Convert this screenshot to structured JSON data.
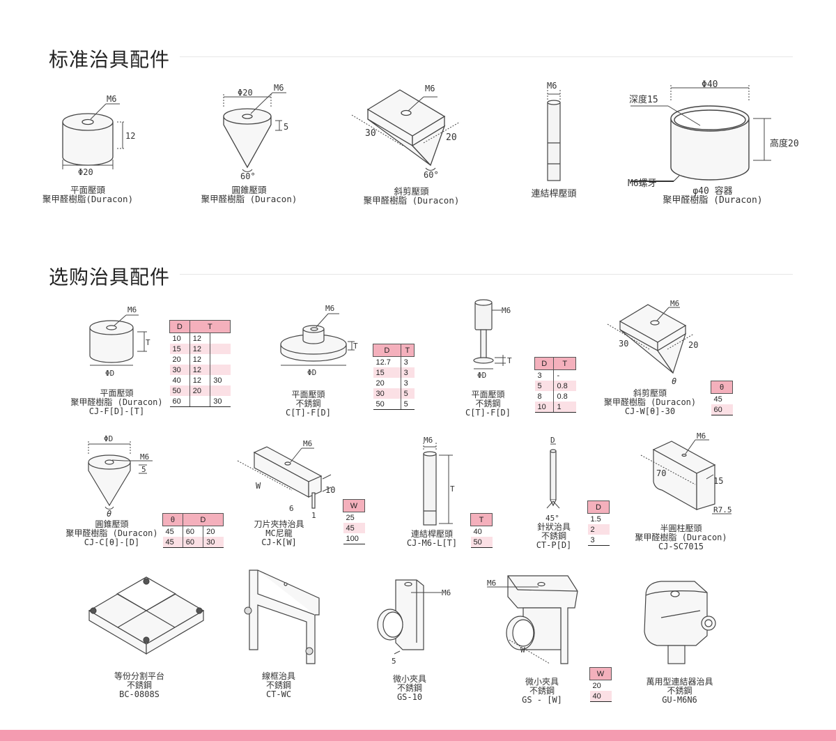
{
  "sections": {
    "standard": {
      "title": "标准治具配件"
    },
    "optional": {
      "title": "选购治具配件"
    }
  },
  "standard_items": {
    "flat": {
      "m": "M6",
      "h": "12",
      "d": "Φ20",
      "name": "平面壓頭",
      "material": "聚甲醛樹脂(Duracon)"
    },
    "cone": {
      "d": "Φ20",
      "m": "M6",
      "h": "5",
      "angle": "60°",
      "name": "圓錐壓頭",
      "material": "聚甲醛樹脂 (Duracon)"
    },
    "shear": {
      "m": "M6",
      "w": "30",
      "h": "20",
      "angle": "60°",
      "name": "斜剪壓頭",
      "material": "聚甲醛樹脂 (Duracon)"
    },
    "rod": {
      "m": "M6",
      "name": "連結桿壓頭"
    },
    "container": {
      "d": "Φ40",
      "depth": "深度15",
      "height": "高度20",
      "thread": "M6螺牙",
      "name": "φ40 容器",
      "material": "聚甲醛樹脂 (Duracon)"
    }
  },
  "optional_items": {
    "flat_duracon": {
      "m": "M6",
      "t": "T",
      "d": "ΦD",
      "name": "平面壓頭",
      "material": "聚甲醛樹脂 (Duracon)",
      "model": "CJ-F[D]-[T]",
      "table": {
        "headers": [
          "D",
          "T"
        ],
        "rows": [
          [
            "10",
            "12",
            ""
          ],
          [
            "15",
            "12",
            ""
          ],
          [
            "20",
            "12",
            ""
          ],
          [
            "30",
            "12",
            ""
          ],
          [
            "40",
            "12",
            "30"
          ],
          [
            "50",
            "20",
            ""
          ],
          [
            "60",
            "",
            "30"
          ]
        ]
      }
    },
    "flat_steel": {
      "m": "M6",
      "t": "T",
      "d": "ΦD",
      "name": "平面壓頭",
      "material": "不銹鋼",
      "model": "C[T]-F[D]",
      "table": {
        "headers": [
          "D",
          "T"
        ],
        "rows": [
          [
            "12.7",
            "3"
          ],
          [
            "15",
            "3"
          ],
          [
            "20",
            "3"
          ],
          [
            "30",
            "5"
          ],
          [
            "50",
            "5"
          ]
        ]
      }
    },
    "flat_steel_small": {
      "m": "M6",
      "t": "T",
      "d": "ΦD",
      "name": "平面壓頭",
      "material": "不銹鋼",
      "model": "C[T]-F[D]",
      "table": {
        "headers": [
          "D",
          "T"
        ],
        "rows": [
          [
            "3",
            "-"
          ],
          [
            "5",
            "0.8"
          ],
          [
            "8",
            "0.8"
          ],
          [
            "10",
            "1"
          ]
        ]
      }
    },
    "shear_duracon": {
      "m": "M6",
      "w": "30",
      "h": "20",
      "angle": "θ",
      "name": "斜剪壓頭",
      "material": "聚甲醛樹脂 (Duracon)",
      "model": "CJ-W[θ]-30",
      "table": {
        "headers": [
          "θ"
        ],
        "rows": [
          [
            "45"
          ],
          [
            "60"
          ]
        ]
      }
    },
    "cone_duracon": {
      "d": "ΦD",
      "m": "M6",
      "h": "5",
      "angle": "θ",
      "name": "圓錐壓頭",
      "material": "聚甲醛樹脂 (Duracon)",
      "model": "CJ-C[θ]-[D]",
      "table": {
        "headers": [
          "θ",
          "D"
        ],
        "rows": [
          [
            "45",
            "60",
            "20"
          ],
          [
            "45",
            "60",
            "30"
          ]
        ]
      }
    },
    "blade": {
      "m": "M6",
      "w": "W",
      "h": "10",
      "t": "6",
      "b": "1",
      "name": "刀片夾持治具",
      "material": "MC尼龍",
      "model": "CJ-K[W]",
      "table": {
        "headers": [
          "W"
        ],
        "rows": [
          [
            "25"
          ],
          [
            "45"
          ],
          [
            "100"
          ]
        ]
      }
    },
    "rod_l": {
      "m": "M6",
      "t": "T",
      "name": "連結桿壓頭",
      "model": "CJ-M6-L[T]",
      "table": {
        "headers": [
          "T"
        ],
        "rows": [
          [
            "40"
          ],
          [
            "50"
          ]
        ]
      }
    },
    "needle": {
      "d": "D",
      "angle": "45°",
      "name": "針狀治具",
      "material": "不銹鋼",
      "model": "CT-P[D]",
      "table": {
        "headers": [
          "D"
        ],
        "rows": [
          [
            "1.5"
          ],
          [
            "2"
          ],
          [
            "3"
          ]
        ]
      }
    },
    "half_cyl": {
      "m": "M6",
      "w": "70",
      "h": "15",
      "r": "R7.5",
      "name": "半圓柱壓頭",
      "material": "聚甲醛樹脂 (Duracon)",
      "model": "CJ-SC7015"
    },
    "platform": {
      "name": "等份分割平台",
      "material": "不銹鋼",
      "model": "BC-0808S"
    },
    "wire_frame": {
      "name": "線框治具",
      "material": "不銹鋼",
      "model": "CT-WC"
    },
    "mini_clamp": {
      "m": "M6",
      "g": "5",
      "name": "微小夾具",
      "material": "不銹鋼",
      "model": "GS-10"
    },
    "mini_clamp_w": {
      "m": "M6",
      "w": "W",
      "name": "微小夾具",
      "material": "不銹鋼",
      "model": "GS - [W]",
      "table": {
        "headers": [
          "W"
        ],
        "rows": [
          [
            "20"
          ],
          [
            "40"
          ]
        ]
      }
    },
    "universal": {
      "name": "萬用型連結器治具",
      "material": "不銹鋼",
      "model": "GU-M6N6"
    }
  },
  "colors": {
    "accent": "#f49bb0",
    "table_header": "#f4b0bc",
    "table_highlight": "#fbe0e5"
  }
}
